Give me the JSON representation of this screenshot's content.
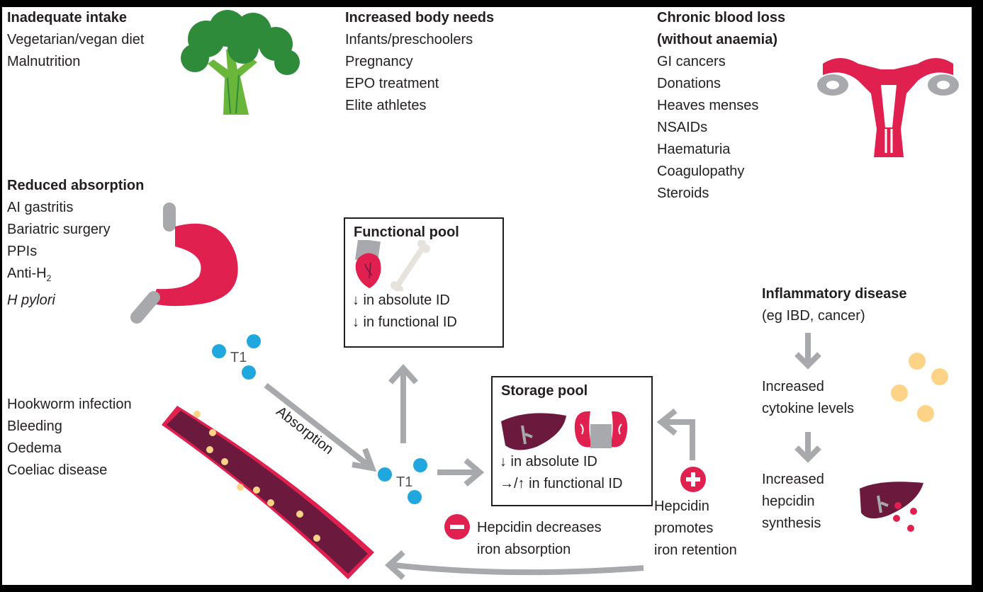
{
  "colors": {
    "red": "#e0204f",
    "dark_red": "#6b1a3e",
    "grey": "#a7a9ac",
    "green": "#6ab63a",
    "dark_green": "#2e8b3a",
    "blue": "#1fa7de",
    "yellow": "#fdd487",
    "liver": "#6b1a3e"
  },
  "inadequate_intake": {
    "heading": "Inadequate intake",
    "items": [
      "Vegetarian/vegan diet",
      "Malnutrition"
    ]
  },
  "increased_needs": {
    "heading": "Increased body needs",
    "items": [
      "Infants/preschoolers",
      "Pregnancy",
      "EPO treatment",
      "Elite athletes"
    ]
  },
  "blood_loss": {
    "heading_line1": "Chronic blood loss",
    "heading_line2": "(without anaemia)",
    "items": [
      "GI cancers",
      "Donations",
      "Heaves menses",
      "NSAIDs",
      "Haematuria",
      "Coagulopathy",
      "Steroids"
    ]
  },
  "reduced_absorption": {
    "heading": "Reduced absorption",
    "items": [
      "AI gastritis",
      "Bariatric surgery",
      "PPIs",
      "Anti-H",
      "H pylori"
    ],
    "anti_h_subscript": "2"
  },
  "other_causes": {
    "items": [
      "Hookworm infection",
      "Bleeding",
      "Oedema",
      "Coeliac disease"
    ]
  },
  "functional_pool": {
    "title": "Functional pool",
    "line1": "↓ in absolute ID",
    "line2": "↓ in functional ID"
  },
  "storage_pool": {
    "title": "Storage pool",
    "line1": "↓ in absolute ID",
    "line2": "→/↑ in functional ID"
  },
  "inflammatory": {
    "heading": "Inflammatory disease",
    "subheading": "(eg IBD, cancer)",
    "step1": [
      "Increased",
      "cytokine levels"
    ],
    "step2": [
      "Increased",
      "hepcidin",
      "synthesis"
    ]
  },
  "transferrin_label": "T1",
  "absorption_label": "Absorption",
  "hepcidin_minus": [
    "Hepcidin decreases",
    "iron absorption"
  ],
  "hepcidin_plus": [
    "Hepcidin",
    "promotes",
    "iron retention"
  ],
  "icons": {
    "broccoli": "broccoli-icon",
    "uterus": "uterus-icon",
    "stomach": "stomach-icon",
    "heart": "heart-icon",
    "bone": "bone-icon",
    "liver": "liver-icon",
    "kidney": "kidney-icon",
    "blood_vessel": "blood-vessel-icon",
    "minus": "minus-icon",
    "plus": "plus-icon"
  }
}
